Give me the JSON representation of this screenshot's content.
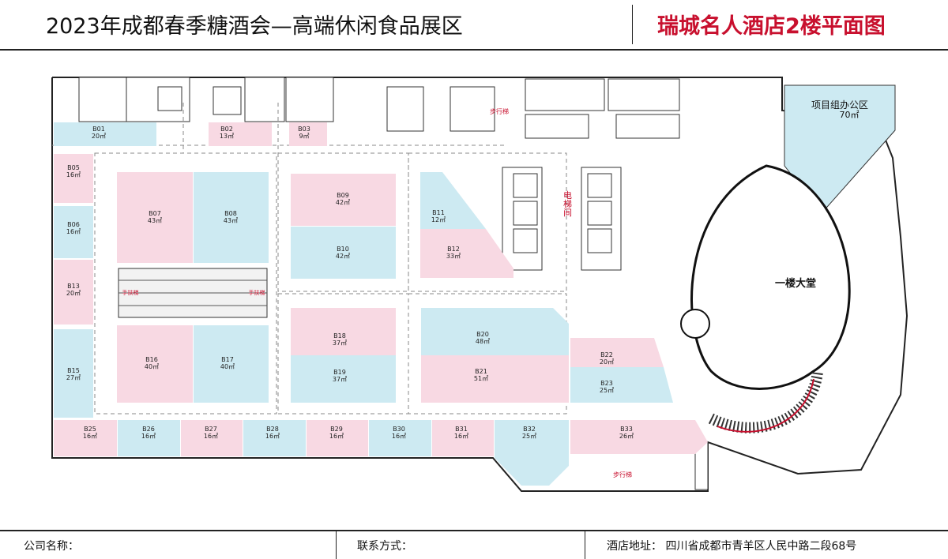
{
  "header": {
    "title": "2023年成都春季糖酒会—高端休闲食品展区",
    "subtitle": "瑞城名人酒店2楼平面图"
  },
  "booths": [
    {
      "id": "B01",
      "area": "20㎡"
    },
    {
      "id": "B02",
      "area": "13㎡"
    },
    {
      "id": "B03",
      "area": "9㎡"
    },
    {
      "id": "B05",
      "area": "16㎡"
    },
    {
      "id": "B06",
      "area": "16㎡"
    },
    {
      "id": "B07",
      "area": "43㎡"
    },
    {
      "id": "B08",
      "area": "43㎡"
    },
    {
      "id": "B09",
      "area": "42㎡"
    },
    {
      "id": "B10",
      "area": "42㎡"
    },
    {
      "id": "B11",
      "area": "12㎡"
    },
    {
      "id": "B12",
      "area": "33㎡"
    },
    {
      "id": "B13",
      "area": "20㎡"
    },
    {
      "id": "B15",
      "area": "27㎡"
    },
    {
      "id": "B16",
      "area": "40㎡"
    },
    {
      "id": "B17",
      "area": "40㎡"
    },
    {
      "id": "B18",
      "area": "37㎡"
    },
    {
      "id": "B19",
      "area": "37㎡"
    },
    {
      "id": "B20",
      "area": "48㎡"
    },
    {
      "id": "B21",
      "area": "51㎡"
    },
    {
      "id": "B22",
      "area": "20㎡"
    },
    {
      "id": "B23",
      "area": "25㎡"
    },
    {
      "id": "B25",
      "area": "16㎡"
    },
    {
      "id": "B26",
      "area": "16㎡"
    },
    {
      "id": "B27",
      "area": "16㎡"
    },
    {
      "id": "B28",
      "area": "16㎡"
    },
    {
      "id": "B29",
      "area": "16㎡"
    },
    {
      "id": "B30",
      "area": "16㎡"
    },
    {
      "id": "B31",
      "area": "16㎡"
    },
    {
      "id": "B32",
      "area": "25㎡"
    },
    {
      "id": "B33",
      "area": "26㎡"
    }
  ],
  "labels": {
    "office": "项目组办公区",
    "office_area": "70㎡",
    "lobby": "一楼大堂",
    "elevator_v": "电梯间",
    "stairs_top": "步行梯",
    "stairs_bottom": "步行梯",
    "escalator_left": "手扶梯",
    "escalator_right": "手扶梯"
  },
  "colors": {
    "pink": "#f8d9e3",
    "blue": "#cdeaf2",
    "accent_red": "#c8102e",
    "wall": "#222222",
    "dash": "#8a8a8a"
  },
  "footer": {
    "company": "公司名称：",
    "contact": "联系方式：",
    "address": "酒店地址：  四川省成都市青羊区人民中路二段68号"
  }
}
